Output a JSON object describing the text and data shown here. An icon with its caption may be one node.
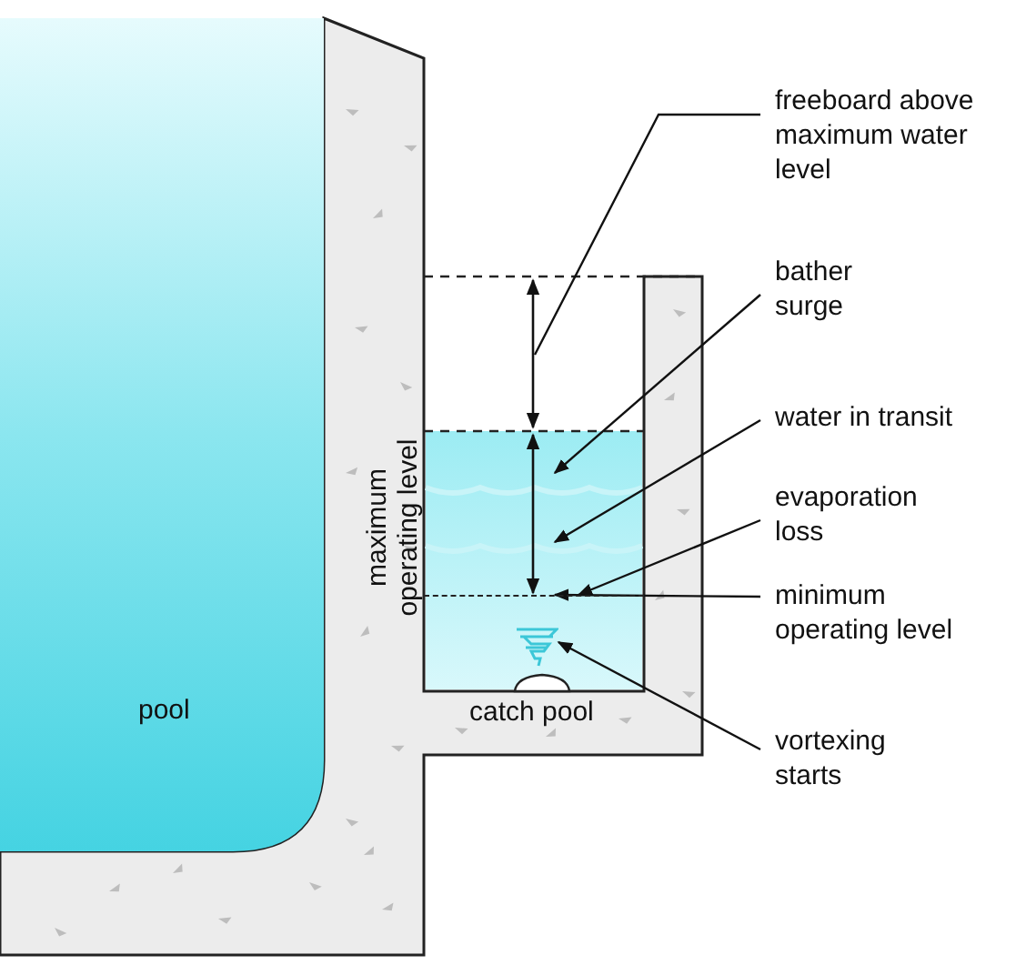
{
  "diagram": {
    "nodes": [
      {
        "text": [
          "pool"
        ]
      },
      {
        "text": [
          "freeboard above maximum water level"
        ]
      },
      {
        "text": [
          "bather surge"
        ]
      },
      {
        "text": [
          "water in transit"
        ]
      },
      {
        "text": [
          "evaporation loss"
        ]
      },
      {
        "text": [
          "minimum operating level"
        ]
      },
      {
        "text": [
          "vortexing starts"
        ]
      },
      {
        "text": [],
        "shape": "picture"
      },
      {
        "text": [],
        "shape": "line"
      }
    ],
    "edges": [
      {
        "from": 1,
        "to": null,
        "arrow": "none"
      },
      {
        "from": 2,
        "to": null,
        "arrow": "to"
      },
      {
        "from": 3,
        "to": null,
        "arrow": "to"
      },
      {
        "from": 4,
        "to": 8,
        "arrow": "to"
      },
      {
        "from": 5,
        "to": 8,
        "arrow": "to"
      },
      {
        "from": 6,
        "to": 7,
        "arrow": "to"
      }
    ],
    "labels": [
      "maximum operating level",
      "catch pool"
    ]
  }
}
